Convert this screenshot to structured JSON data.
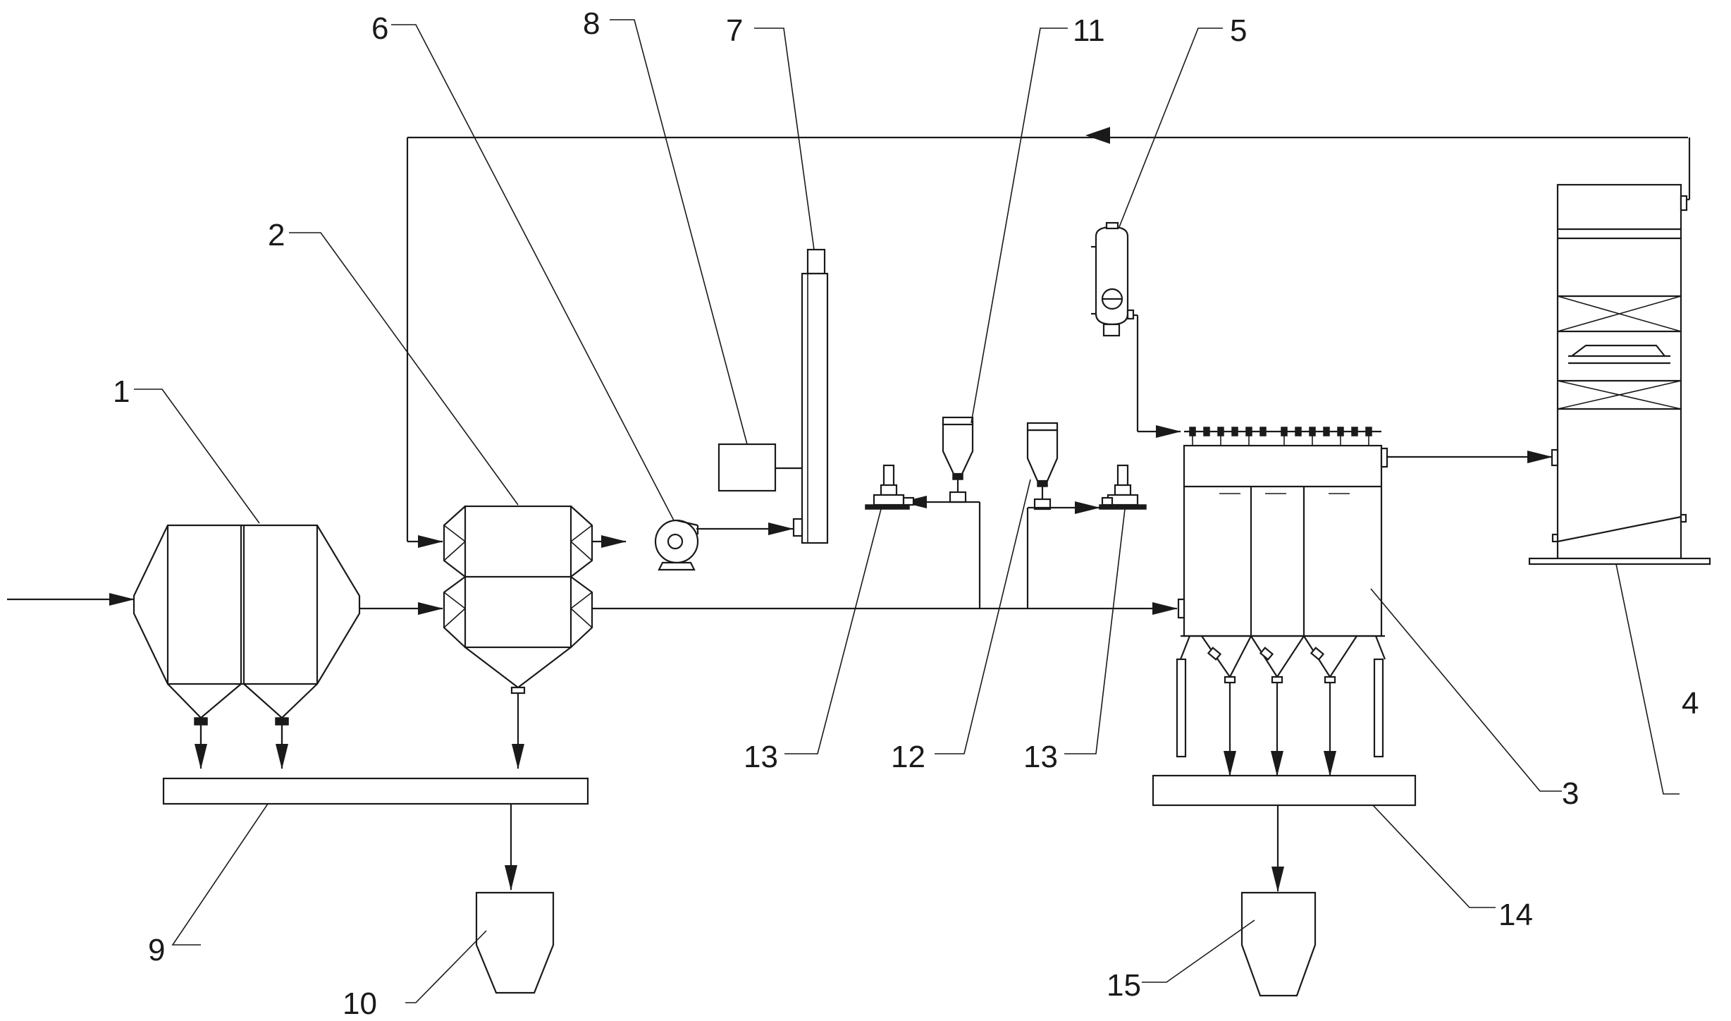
{
  "labels": {
    "l1": "1",
    "l2": "2",
    "l3": "3",
    "l4": "4",
    "l5": "5",
    "l6": "6",
    "l7": "7",
    "l8": "8",
    "l9": "9",
    "l10": "10",
    "l11": "11",
    "l12": "12",
    "l13a": "13",
    "l13b": "13",
    "l14": "14",
    "l15": "15"
  },
  "colors": {
    "line": "#1a1a1a",
    "background": "#ffffff"
  }
}
